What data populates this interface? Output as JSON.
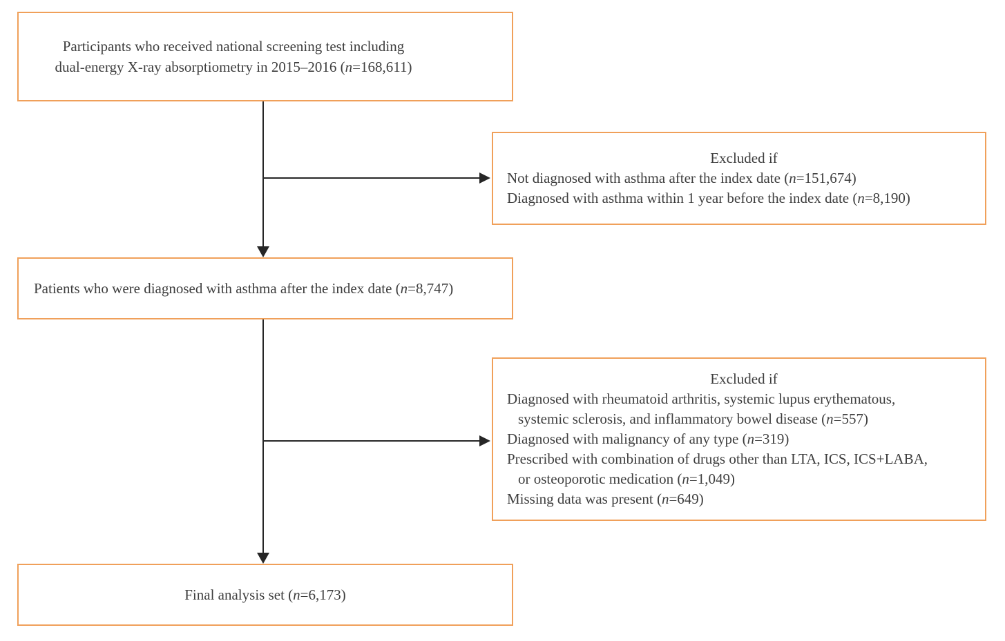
{
  "figure": {
    "background": "#ffffff",
    "box_border_color": "#F0A05A",
    "arrow_color": "#262626",
    "text_color": "#3E3E3E",
    "n_symbol": "n"
  },
  "boxes": {
    "participants": {
      "line1": "Participants who received national screening test including",
      "line2_pre": "dual-energy X-ray absorptiometry in 2015–2016 (",
      "line2_post": "=168,611)"
    },
    "excluded1": {
      "title": "Excluded if",
      "item1_pre": "Not diagnosed with asthma after the index date (",
      "item1_post": "=151,674)",
      "item2_pre": "Diagnosed with asthma within 1 year before the index date (",
      "item2_post": "=8,190)"
    },
    "asthma_patients": {
      "text_pre": "Patients who were diagnosed with asthma after the index date (",
      "text_post": "=8,747)"
    },
    "excluded2": {
      "title": "Excluded if",
      "item1_line1": "Diagnosed with rheumatoid arthritis, systemic lupus erythematous,",
      "item1_line2_pre": "systemic sclerosis, and inflammatory bowel disease (",
      "item1_line2_post": "=557)",
      "item2_pre": "Diagnosed with malignancy of any type (",
      "item2_post": "=319)",
      "item3_line1": "Prescribed with combination of drugs other than LTA, ICS, ICS+LABA,",
      "item3_line2_pre": "or osteoporotic medication (",
      "item3_line2_post": "=1,049)",
      "item4_pre": "Missing data was present (",
      "item4_post": "=649)"
    },
    "final_analysis": {
      "text_pre": "Final analysis set (",
      "text_post": "=6,173)"
    }
  }
}
